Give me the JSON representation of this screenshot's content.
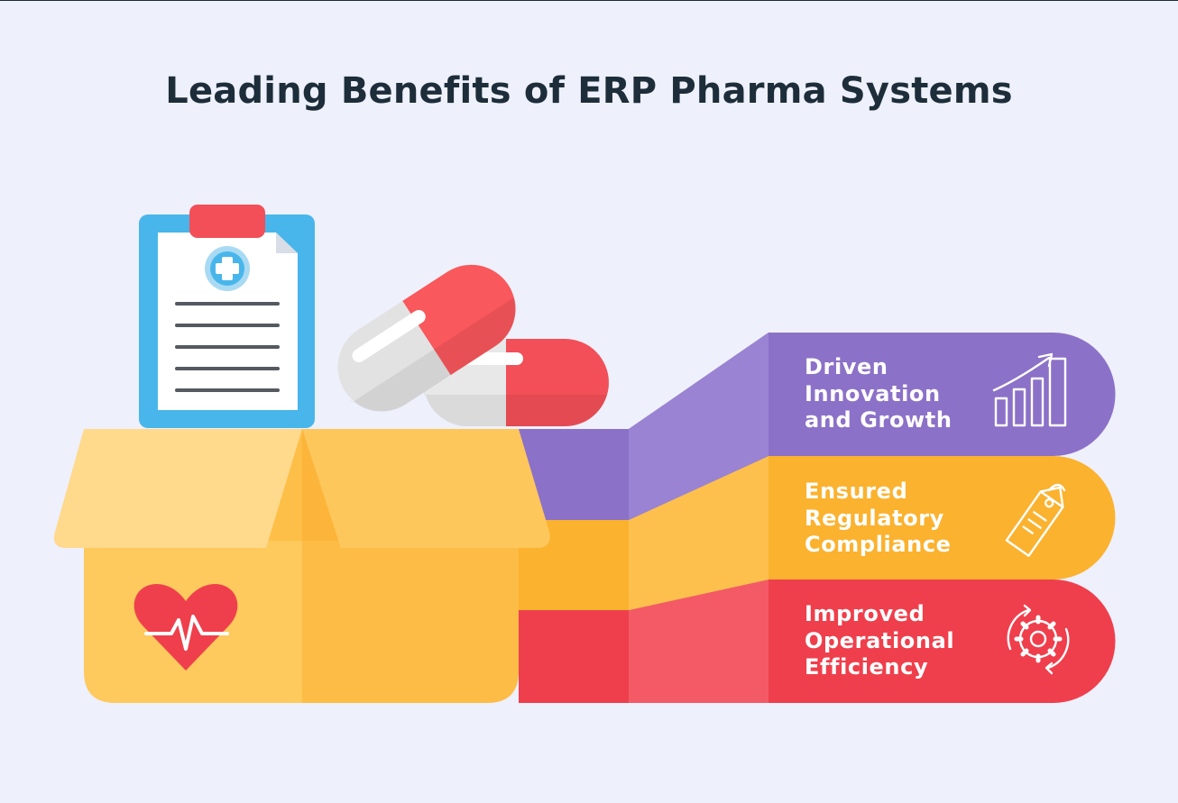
{
  "title": "Leading Benefits of ERP Pharma Systems",
  "colors": {
    "background": "#eef0fb",
    "purple": "#8c71c8",
    "orange": "#fbb22f",
    "red": "#ef3f4c",
    "box": "#fec95d",
    "clipboard": "#48b6ea"
  },
  "benefits": [
    {
      "lines": [
        "Driven",
        "Innovation",
        "and Growth"
      ],
      "icon": "growth-chart-icon"
    },
    {
      "lines": [
        "Ensured",
        "Regulatory",
        "Compliance"
      ],
      "icon": "tag-icon"
    },
    {
      "lines": [
        "Improved",
        "Operational",
        "Efficiency"
      ],
      "icon": "gear-cycle-icon"
    }
  ]
}
